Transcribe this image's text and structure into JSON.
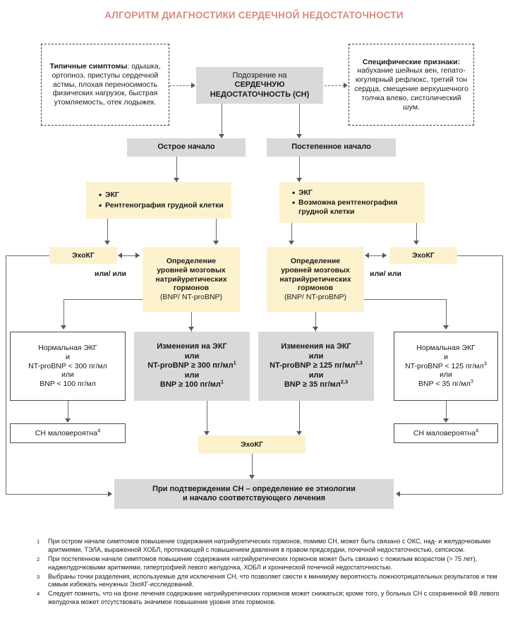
{
  "title": "АЛГОРИТМ ДИАГНОСТИКИ СЕРДЕЧНОЙ НЕДОСТАТОЧНОСТИ",
  "accent_color": "#d98a80",
  "colors": {
    "yellow_box": "#fcf3ce",
    "grey_box": "#d9d9d9",
    "connector": "#6b6b6b",
    "border": "#4a4a4a"
  },
  "symptoms": {
    "heading": "Типичные симптомы",
    "body": ": одышка, ортопноэ, приступы сердечной астмы, плохая переносимость физических нагрузок, быстрая утомляемость, отек лодыжек."
  },
  "signs": {
    "heading": "Специфические признаки:",
    "body": " набухание шейных вен, гепато-югулярный рефлюкс, третий тон сердца, смещение верхушечного толчка влево, систолический шум."
  },
  "suspicion": {
    "line1": "Подозрение на",
    "line2": "СЕРДЕЧНУЮ",
    "line3": "НЕДОСТАТОЧНОСТЬ (СН)"
  },
  "onset": {
    "acute": "Острое начало",
    "gradual": "Постепенное начало"
  },
  "tests_acute": {
    "item1": "ЭКГ",
    "item2": "Рентгенография грудной клетки"
  },
  "tests_gradual": {
    "item1": "ЭКГ",
    "item2": "Возможна рентгенография грудной клетки"
  },
  "echo": {
    "label": "ЭхоКГ"
  },
  "or_label": "или/ или",
  "natriuretic": {
    "line1": "Определение",
    "line2": "уровней мозговых",
    "line3": "натрийуретических",
    "line4": "гормонов",
    "line5": "(BNP/ NT-proBNP)"
  },
  "results": {
    "normal_acute": {
      "l1": "Нормальная ЭКГ",
      "l2": "и",
      "l3": "NT-proBNP < 300 пг/мл",
      "l4": "или",
      "l5": "BNP < 100 пг/мл"
    },
    "abnormal_acute": {
      "l1": "Изменения на ЭКГ",
      "l2": "или",
      "l3": "NT-proBNP ≥ 300 пг/мл",
      "l3sup": "1",
      "l4": "или",
      "l5": "BNP ≥ 100 пг/мл",
      "l5sup": "1"
    },
    "abnormal_gradual": {
      "l1": "Изменения на ЭКГ",
      "l2": "или",
      "l3": "NT-proBNP ≥ 125 пг/мл",
      "l3sup": "2,3",
      "l4": "или",
      "l5": "BNP ≥ 35 пг/мл",
      "l5sup": "2,3"
    },
    "normal_gradual": {
      "l1": "Нормальная ЭКГ",
      "l2": "и",
      "l3": "NT-proBNP < 125 пг/мл",
      "l3sup": "3",
      "l4": "или",
      "l5": "BNP < 35 пг/мл",
      "l5sup": "3"
    }
  },
  "unlikely": {
    "text": "СН маловероятна",
    "sup": "4"
  },
  "conclusion": {
    "line1": "При подтверждении СН – определение ее этиологии",
    "line2": "и начало соответствующего лечения"
  },
  "footnotes": [
    {
      "num": "1",
      "text": "При остром начале симптомов повышение содержания натрийуретических гормонов, помимо СН, может быть связано с ОКС, над- и желудочковыми аритмиями, ТЭЛА, выраженной ХОБЛ, протекающей с повышением давления в правом предсердии, почечной недостаточностью, сепсисом."
    },
    {
      "num": "2",
      "text": "При постепенном начале симптомов повышение содержания натрийуретических гормонов может быть связано с пожилым возрастом (> 75 лет), наджелудочковыми аритмиями, гипертрофией левого желудочка, ХОБЛ и хронической почечной недостаточностью."
    },
    {
      "num": "3",
      "text": "Выбраны точки разделения, используемые для исключения СН, что позволяет свести к минимуму вероятность ложноотрицательных результатов и тем самым избежать ненужных ЭхоКГ-исследований."
    },
    {
      "num": "4",
      "text": "Следует помнить, что на фоне лечения содержание натрийуретических гормонов может снижаться; кроме того, у больных СН с сохраненной ФВ левого желудочка может отсутствовать значимое повышение уровня этих гормонов."
    }
  ]
}
